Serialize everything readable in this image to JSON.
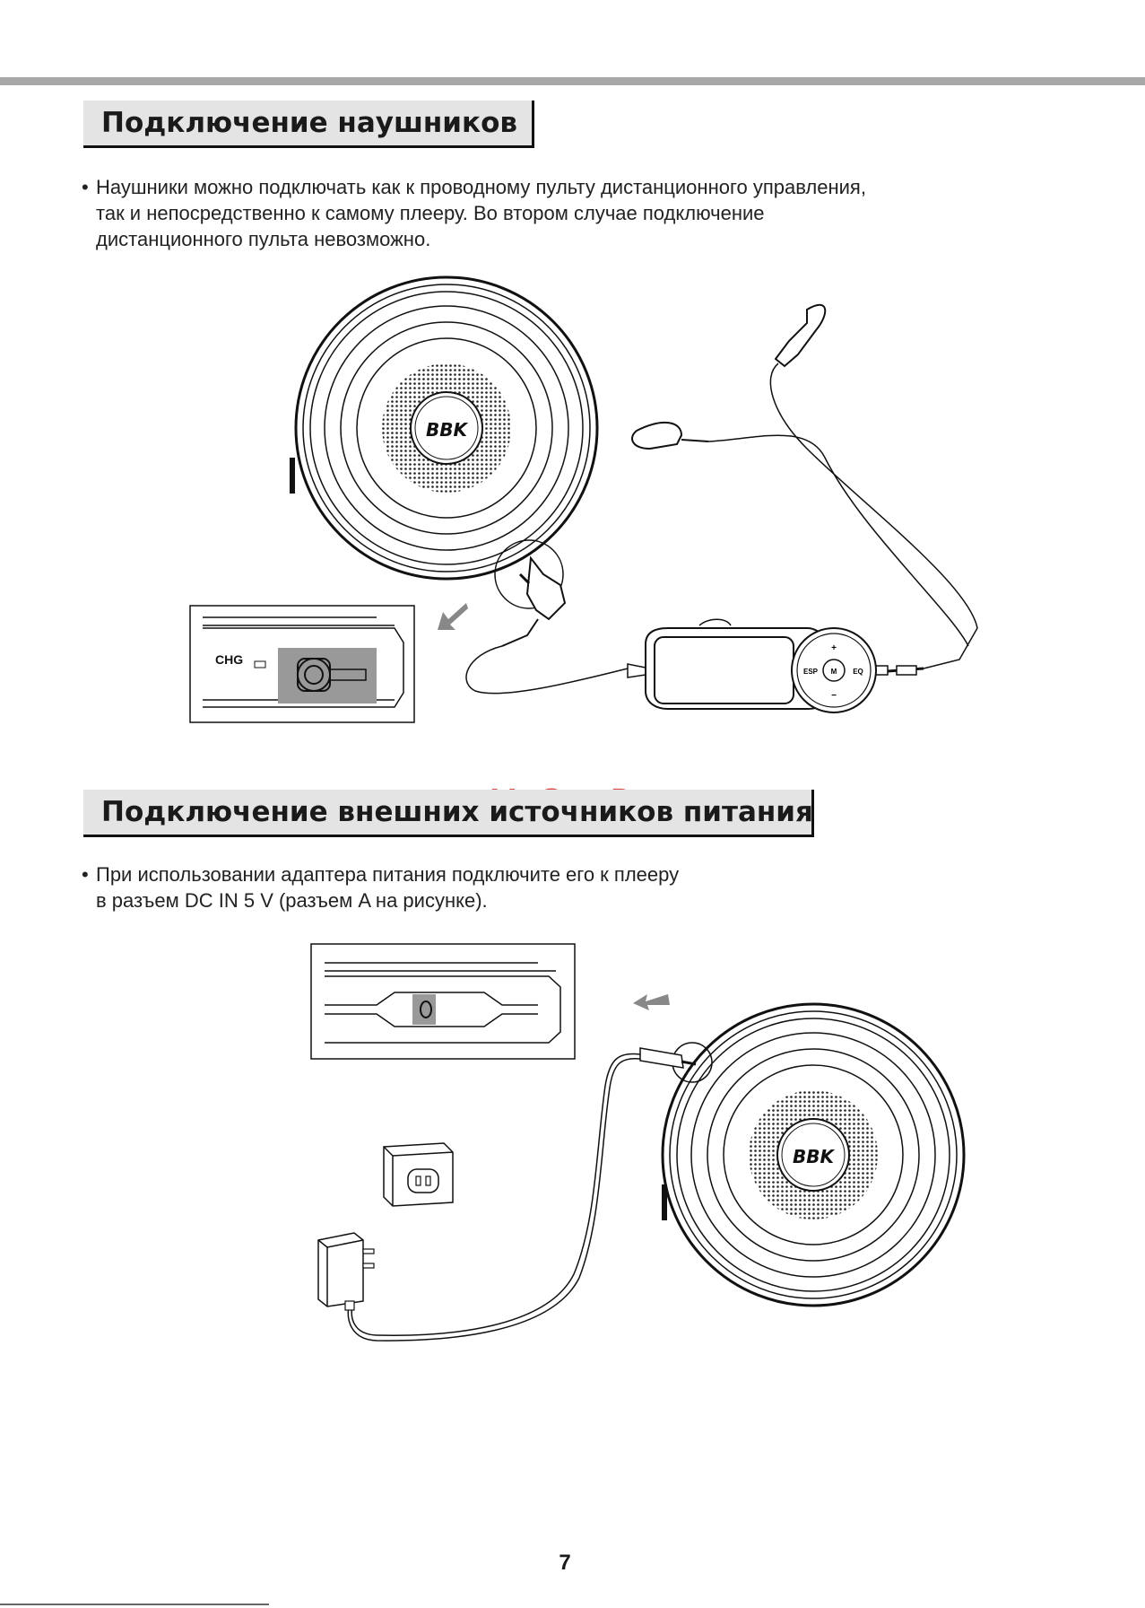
{
  "section1": {
    "heading": "Подключение наушников",
    "bullet": "•",
    "lines": [
      "Наушники можно подключать как к проводному пульту дистанционного управления,",
      "так и непосредственно к самому плееру. Во втором случае подключение",
      "дистанционного пульта невозможно."
    ]
  },
  "section2": {
    "heading": "Подключение внешних источников питания",
    "bullet": "•",
    "lines": [
      "При использовании адаптера питания подключите его к плееру",
      "в разъем DC IN  5 V (разъем A на рисунке)."
    ]
  },
  "figure1": {
    "player_logo": "BBK",
    "jack_label": "CHG",
    "remote_buttons": {
      "left": "ESP",
      "center": "M",
      "right": "EQ",
      "up": "+",
      "down": "−"
    }
  },
  "figure2": {
    "player_logo": "BBK"
  },
  "watermark": "McGrp.Ru",
  "page_number": "7"
}
